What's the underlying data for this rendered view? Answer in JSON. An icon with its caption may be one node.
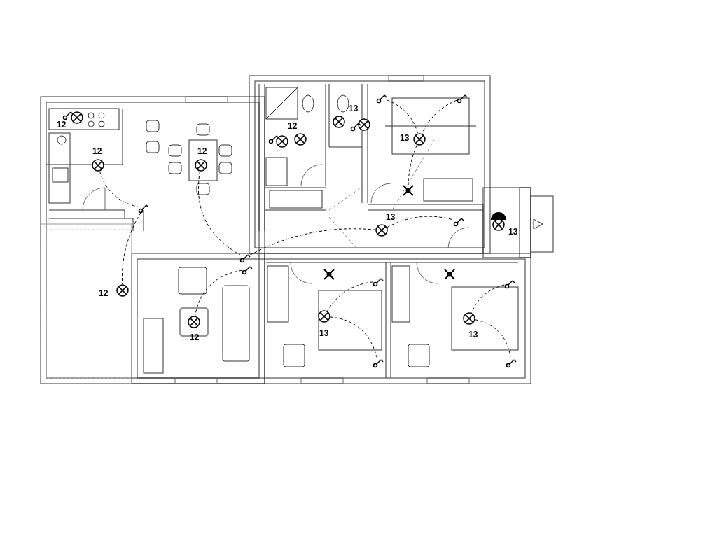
{
  "diagram": {
    "nodes": [
      {
        "text": [],
        "shape": "circle"
      },
      {
        "text": [],
        "shape": "circle"
      },
      {
        "text": [],
        "shape": "circle"
      },
      {
        "text": [],
        "shape": "circle"
      },
      {
        "text": [],
        "shape": "circle"
      },
      {
        "text": [],
        "shape": "circle"
      },
      {
        "text": [],
        "shape": "circle"
      },
      {
        "text": [],
        "shape": "circle"
      },
      {
        "text": [],
        "shape": "circle"
      },
      {
        "text": [],
        "shape": "circle"
      },
      {
        "text": [],
        "shape": "circle"
      },
      {
        "text": [],
        "shape": "circle"
      },
      {
        "text": [],
        "shape": "circle"
      },
      {
        "text": [],
        "shape": "circle"
      },
      {
        "text": [],
        "shape": "cross"
      },
      {
        "text": [],
        "shape": "cross"
      },
      {
        "text": [],
        "shape": "cross"
      },
      {
        "text": [],
        "shape": "switch"
      },
      {
        "text": [],
        "shape": "switch"
      },
      {
        "text": [],
        "shape": "switch"
      },
      {
        "text": [],
        "shape": "switch"
      },
      {
        "text": [],
        "shape": "switch"
      },
      {
        "text": [],
        "shape": "switch"
      },
      {
        "text": [],
        "shape": "switch"
      },
      {
        "text": [],
        "shape": "switch"
      },
      {
        "text": [],
        "shape": "switch"
      },
      {
        "text": [],
        "shape": "switch"
      },
      {
        "text": [],
        "shape": "switch"
      },
      {
        "text": [],
        "shape": "switch"
      },
      {
        "text": [],
        "shape": "switch"
      }
    ],
    "edges": [
      {
        "from": 1,
        "to": 18,
        "arrow": "none",
        "style": "dashed"
      },
      {
        "from": 18,
        "to": 3,
        "arrow": "none",
        "style": "dashed"
      },
      {
        "from": 2,
        "to": 19,
        "arrow": "none",
        "style": "dashed"
      },
      {
        "from": 20,
        "to": 4,
        "arrow": "none",
        "style": "dashed"
      },
      {
        "from": 19,
        "to": 10,
        "arrow": "none",
        "style": "dashed"
      },
      {
        "from": 10,
        "to": 25,
        "arrow": "none",
        "style": "dashed"
      },
      {
        "from": 23,
        "to": 9,
        "arrow": "none",
        "style": "dashed"
      },
      {
        "from": 24,
        "to": 9,
        "arrow": "none",
        "style": "dashed"
      },
      {
        "from": 9,
        "to": 14,
        "arrow": "none",
        "style": "dashed"
      },
      {
        "from": 26,
        "to": 11,
        "arrow": "none",
        "style": "dashed"
      },
      {
        "from": 11,
        "to": 27,
        "arrow": "none",
        "style": "dashed"
      },
      {
        "from": 28,
        "to": 12,
        "arrow": "none",
        "style": "dashed"
      },
      {
        "from": 12,
        "to": 29,
        "arrow": "none",
        "style": "dashed"
      }
    ],
    "labels": [
      "13",
      "12",
      "12",
      "13",
      "12",
      "12",
      "13",
      "13",
      "12",
      "13",
      "13",
      "12"
    ]
  }
}
